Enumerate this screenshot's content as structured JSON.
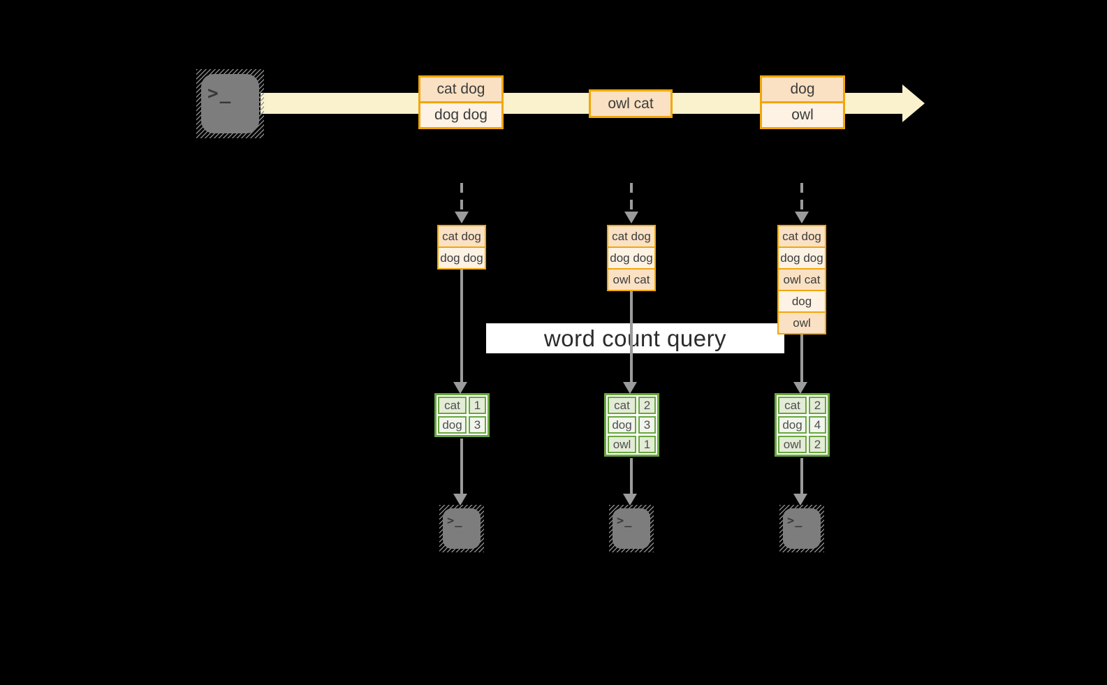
{
  "colors": {
    "band": "#FAF1CD",
    "orange_border": "#F1A70A",
    "orange_fill_dark": "#FAE1C3",
    "orange_fill_light": "#FDF2E3",
    "green_border": "#69A63F",
    "green_fill_dark": "#E3ECD6",
    "green_fill_light": "#F1F5EC",
    "arrow_gray": "#9B9B9B",
    "terminal_gray": "#7D7D7D"
  },
  "query_label": "word count query",
  "terminal_glyph": ">_",
  "stream_events": [
    {
      "lines": [
        "cat dog",
        "dog dog"
      ]
    },
    {
      "lines": [
        "owl cat"
      ]
    },
    {
      "lines": [
        "dog",
        "owl"
      ]
    }
  ],
  "columns": [
    {
      "input": [
        "cat dog",
        "dog dog"
      ],
      "counts": [
        {
          "word": "cat",
          "n": "1"
        },
        {
          "word": "dog",
          "n": "3"
        }
      ]
    },
    {
      "input": [
        "cat dog",
        "dog dog",
        "owl cat"
      ],
      "counts": [
        {
          "word": "cat",
          "n": "2"
        },
        {
          "word": "dog",
          "n": "3"
        },
        {
          "word": "owl",
          "n": "1"
        }
      ]
    },
    {
      "input": [
        "cat dog",
        "dog dog",
        "owl cat",
        "dog",
        "owl"
      ],
      "counts": [
        {
          "word": "cat",
          "n": "2"
        },
        {
          "word": "dog",
          "n": "4"
        },
        {
          "word": "owl",
          "n": "2"
        }
      ]
    }
  ]
}
